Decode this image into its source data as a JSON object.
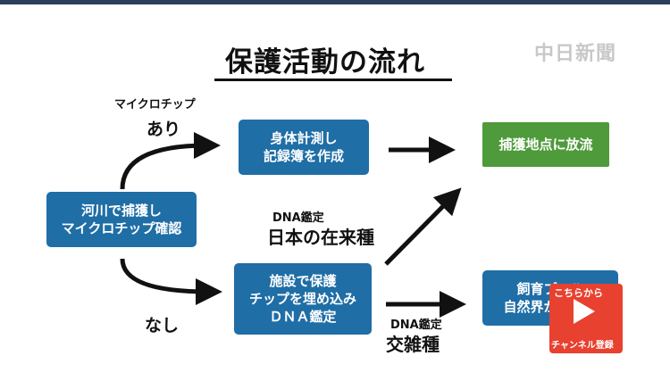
{
  "title": "保護活動の流れ",
  "watermark": "中日新聞",
  "boxes": {
    "capture": [
      "河川で捕獲し",
      "マイクロチップ確認"
    ],
    "measure": [
      "身体計測し",
      "記録簿を作成"
    ],
    "release": [
      "捕獲地点に放流"
    ],
    "protect": [
      "施設で保護",
      "チップを埋め込み",
      "ＤＮＡ鑑定"
    ],
    "pool": [
      "飼育プール",
      "自然界から隔離"
    ]
  },
  "labels": {
    "chip": "マイクロチップ",
    "yes": "あり",
    "no": "なし",
    "dna_native_small": "DNA鑑定",
    "native": "日本の在来種",
    "dna_hybrid_small": "DNA鑑定",
    "hybrid": "交雑種"
  },
  "subscribe": {
    "top": "こちらから",
    "bottom": "チャンネル登録"
  },
  "colors": {
    "box_blue": "#1f6ea6",
    "box_green": "#4f9a3a",
    "subscribe_red": "#e8412f"
  }
}
